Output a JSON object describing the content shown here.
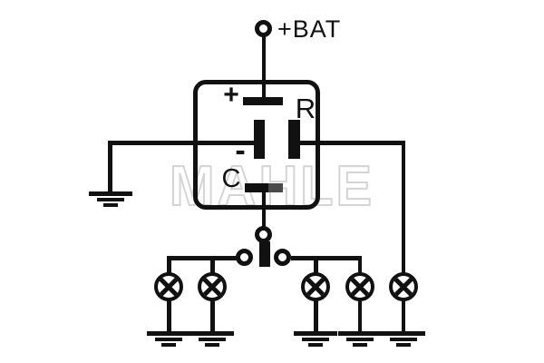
{
  "labels": {
    "battery": "+BAT",
    "relay_plus": "+",
    "relay_r": "R",
    "relay_minus": "-",
    "relay_c": "C"
  },
  "watermark": {
    "text": "MAHLE"
  },
  "colors": {
    "line": "#111111",
    "background": "#ffffff",
    "watermark_outline": "#d4d4d4",
    "overlap_gray": "#4a4a4a"
  },
  "symbols": {
    "lamp_count": 5,
    "ground_count": 6,
    "open_terminal_count": 4
  }
}
